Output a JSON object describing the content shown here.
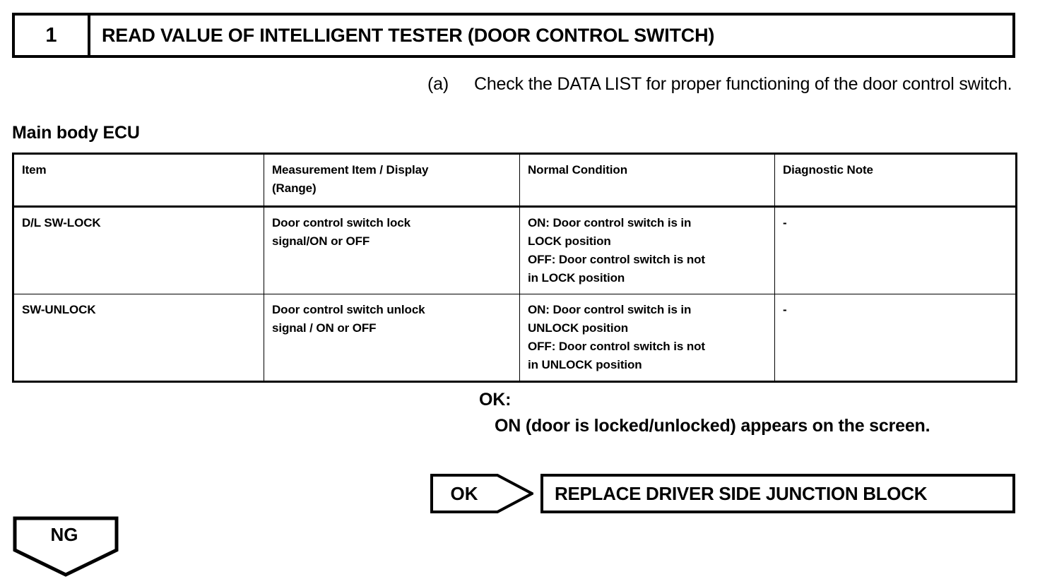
{
  "step": {
    "number": "1",
    "title": "READ VALUE OF INTELLIGENT TESTER (DOOR CONTROL SWITCH)"
  },
  "instruction": {
    "marker": "(a)",
    "text": "Check the DATA LIST for proper functioning of the door control switch."
  },
  "section": {
    "caption": "Main body ECU"
  },
  "table": {
    "columns": [
      "Item",
      "Measurement Item / Display (Range)",
      "Normal Condition",
      "Diagnostic Note"
    ],
    "column_header_lines": {
      "col2_line1": "Measurement Item / Display",
      "col2_line2": "(Range)"
    },
    "rows": [
      {
        "item": "D/L SW-LOCK",
        "measurement_lines": [
          "Door control switch lock",
          "signal/ON or OFF"
        ],
        "normal_condition_lines": [
          "ON: Door control switch is in",
          "LOCK position",
          "OFF: Door control switch is not",
          "in LOCK position"
        ],
        "diagnostic_note": "-"
      },
      {
        "item": "SW-UNLOCK",
        "measurement_lines": [
          "Door control switch unlock",
          "signal / ON or OFF"
        ],
        "normal_condition_lines": [
          "ON: Door control switch is in",
          "UNLOCK position",
          "OFF: Door control switch is not",
          "in UNLOCK position"
        ],
        "diagnostic_note": "-"
      }
    ]
  },
  "result": {
    "ok_label": "OK:",
    "ok_text": "ON (door is locked/unlocked) appears on the screen."
  },
  "flow": {
    "ok_branch_label": "OK",
    "ok_action": "REPLACE DRIVER SIDE JUNCTION BLOCK",
    "ng_branch_label": "NG"
  },
  "colors": {
    "ink": "#000000",
    "paper": "#ffffff"
  }
}
